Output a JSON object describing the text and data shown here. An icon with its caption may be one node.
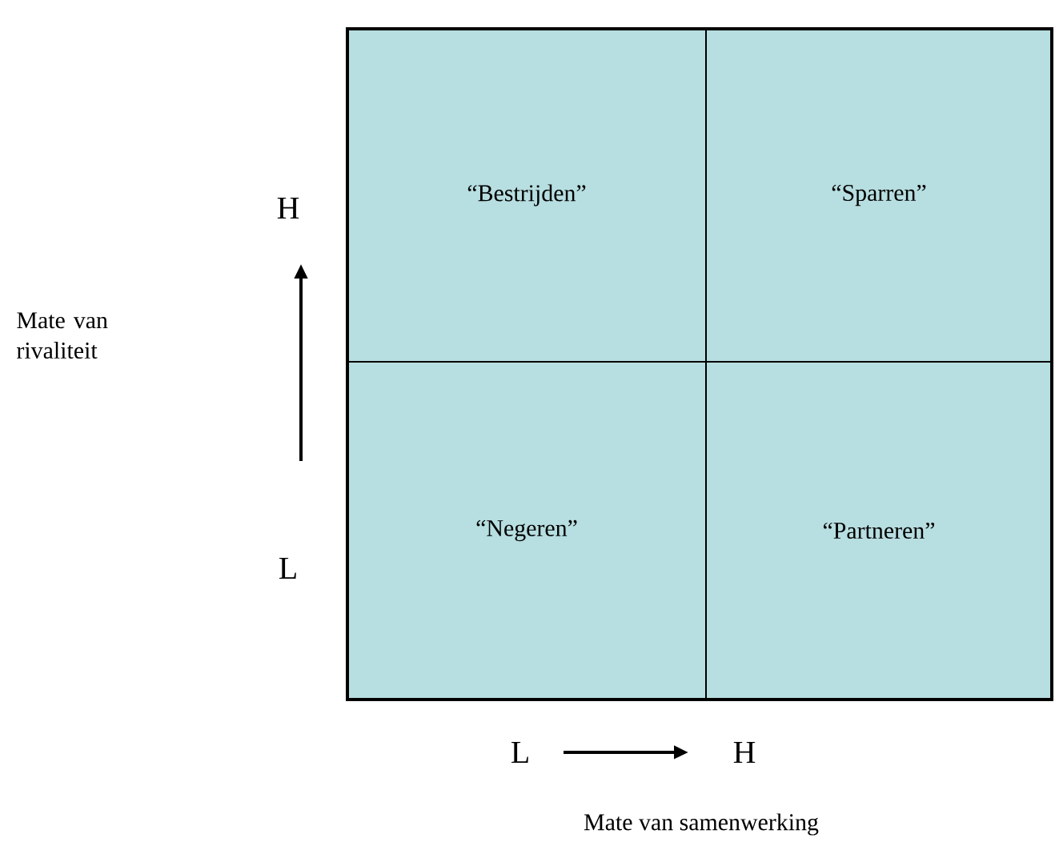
{
  "diagram": {
    "nodes": [
      {
        "text": [
          "“Bestrijden”"
        ]
      },
      {
        "text": [
          "“Sparren”"
        ]
      },
      {
        "text": [
          "“Negeren”"
        ]
      },
      {
        "text": [
          "“Partneren”"
        ]
      }
    ],
    "labels": [
      "H",
      "Mate van rivaliteit",
      "L",
      "L",
      "H",
      "Mate van samenwerking"
    ]
  }
}
